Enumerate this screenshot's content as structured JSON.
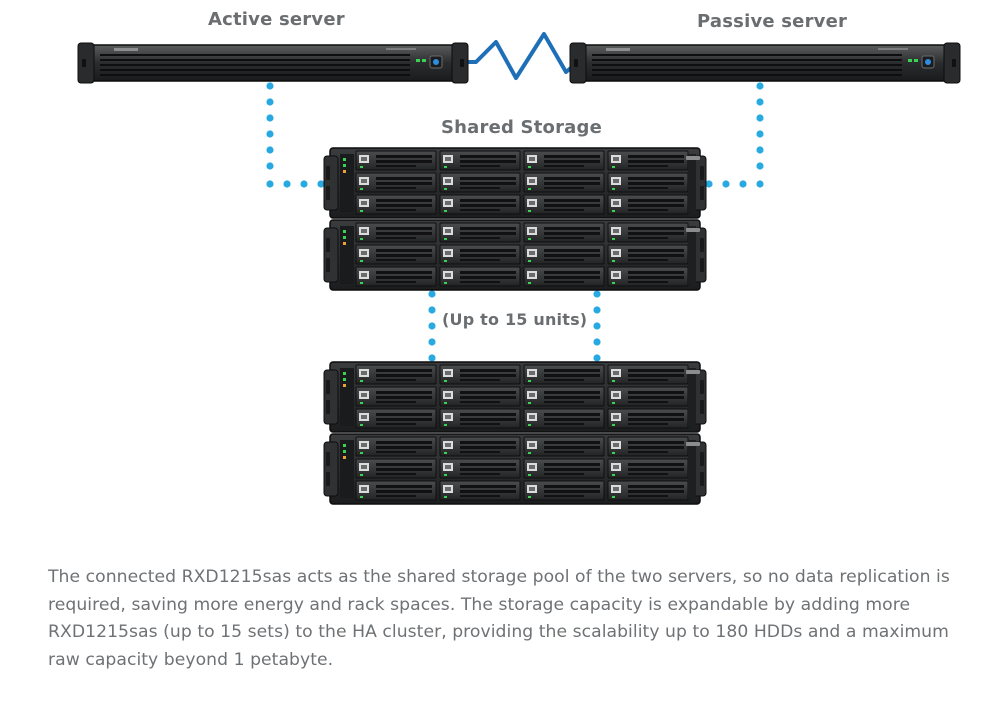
{
  "labels": {
    "active_server": "Active server",
    "passive_server": "Passive server",
    "shared_storage": "Shared Storage",
    "units": "(Up to 15 units)"
  },
  "caption": "The connected RXD1215sas acts as the shared storage pool of the two servers, so no data replication is required, saving more energy and rack spaces. The storage capacity is expandable by adding more RXD1215sas (up to 15 sets) to the HA cluster, providing the scalability up to 180 HDDs and a maximum raw capacity beyond 1 petabyte.",
  "colors": {
    "connection_dots": "#29a9e1",
    "heartbeat_link": "#1f6fb8",
    "label_text": "#6b6e70",
    "device_body": "#2b2d2f"
  },
  "icons": [
    "rack-server",
    "storage-expansion-unit",
    "heartbeat-zigzag"
  ]
}
